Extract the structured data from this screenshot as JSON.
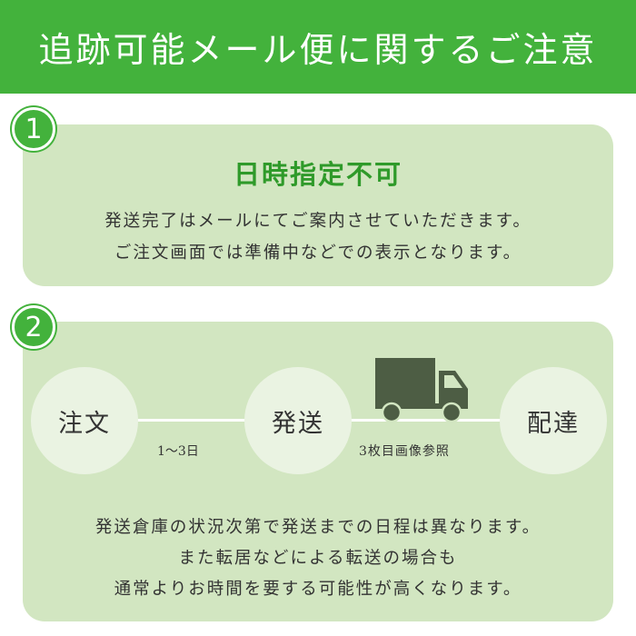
{
  "header": {
    "title": "追跡可能メール便に関するご注意"
  },
  "section1": {
    "number": "1",
    "title": "日時指定不可",
    "lines": [
      "発送完了はメールにてご案内させていただきます。",
      "ご注文画面では準備中などでの表示となります。"
    ]
  },
  "section2": {
    "number": "2",
    "steps": [
      "注文",
      "発送",
      "配達"
    ],
    "labels": [
      "1〜3日",
      "3枚目画像参照"
    ],
    "lines": [
      "発送倉庫の状況次第で発送までの日程は異なります。",
      "また転居などによる転送の場合も",
      "通常よりお時間を要する可能性が高くなります。"
    ]
  },
  "colors": {
    "brand_green": "#43b23c",
    "panel_bg": "#d2e6c1",
    "title_green": "#2f9a2a",
    "truck": "#4d5d44"
  },
  "icons": {
    "truck": "truck-icon"
  }
}
